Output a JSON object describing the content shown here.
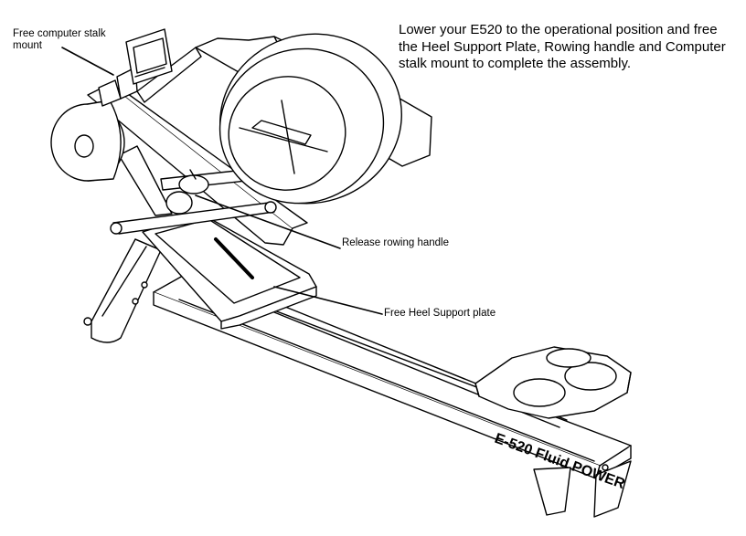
{
  "instruction": "Lower your E520 to the operational position and free the Heel Support Plate, Rowing handle and Computer stalk mount to complete the assembly.",
  "callouts": {
    "computer_stalk": "Free computer stalk mount",
    "rowing_handle": "Release rowing handle",
    "heel_plate": "Free Heel Support plate"
  },
  "rail_lettering": "E-520 Fluid POWER",
  "colors": {
    "line": "#000000",
    "background": "#ffffff",
    "fill": "#ffffff"
  }
}
